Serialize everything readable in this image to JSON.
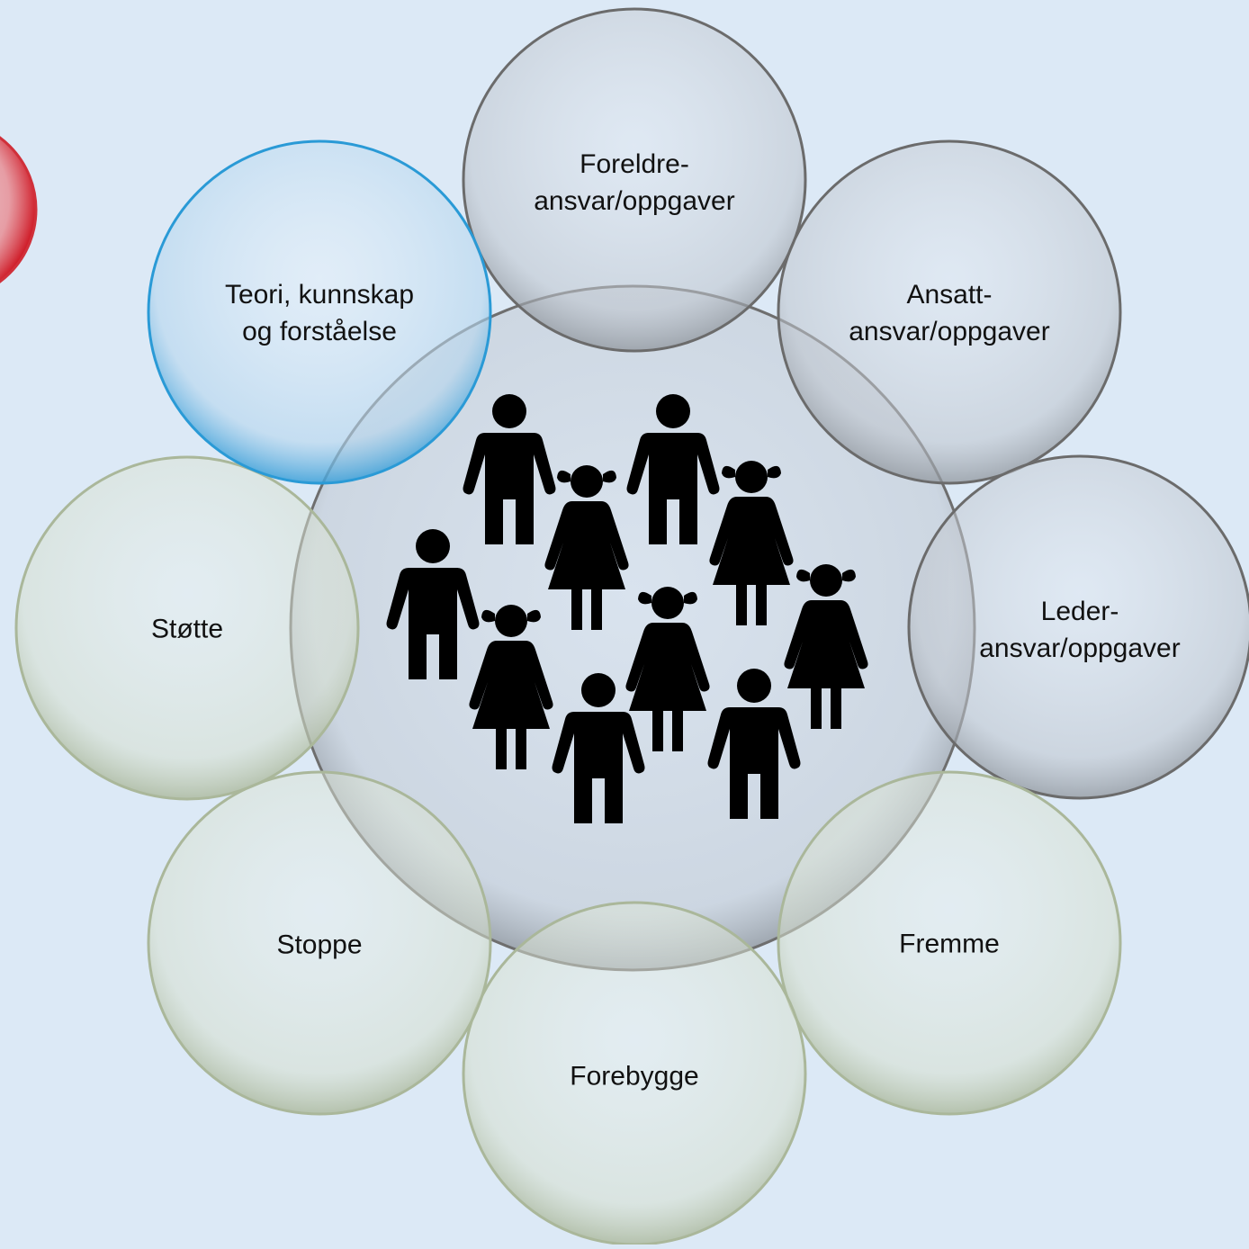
{
  "diagram": {
    "background": "#dce9f6",
    "center_icon": "group-of-children-icon",
    "partial_circle_color": "#e0303a",
    "circles": [
      {
        "id": "foreldre",
        "label": "Foreldre-\nansvar/oppgaver",
        "color": "gray"
      },
      {
        "id": "ansatt",
        "label": "Ansatt-\nansvar/oppgaver",
        "color": "gray"
      },
      {
        "id": "leder",
        "label": "Leder-\nansvar/oppgaver",
        "color": "gray"
      },
      {
        "id": "fremme",
        "label": "Fremme",
        "color": "green"
      },
      {
        "id": "forebygge",
        "label": "Forebygge",
        "color": "green"
      },
      {
        "id": "stoppe",
        "label": "Stoppe",
        "color": "green"
      },
      {
        "id": "stotte",
        "label": "Støtte",
        "color": "green"
      },
      {
        "id": "teori",
        "label": "Teori, kunnskap\nog forståelse",
        "color": "blue"
      }
    ],
    "colors": {
      "gray_fill": "#c9ced6",
      "gray_stroke": "#6b6b6b",
      "green_fill": "#dde6d6",
      "green_stroke": "#b3bda3",
      "blue_fill": "#bcd8ee",
      "blue_stroke": "#2a9ad6",
      "center_fill": "#c8d1dc",
      "center_stroke": "#6e6e6e",
      "people": "#000000"
    }
  }
}
